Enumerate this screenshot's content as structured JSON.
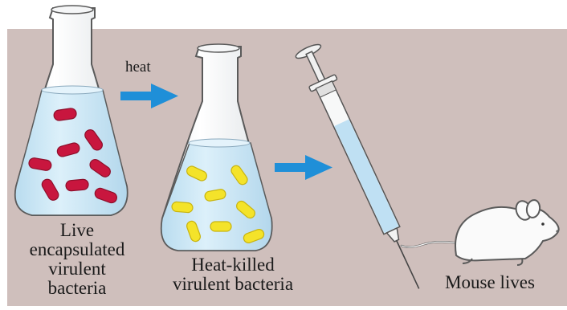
{
  "labels": {
    "heat": "heat",
    "live_bacteria": [
      "Live",
      "encapsulated",
      "virulent",
      "bacteria"
    ],
    "heat_killed": [
      "Heat-killed",
      "virulent bacteria"
    ],
    "outcome": "Mouse lives"
  },
  "icons": [
    "flask-icon",
    "flask-icon",
    "arrow-right-icon",
    "arrow-right-icon",
    "syringe-icon",
    "mouse-icon"
  ],
  "colors": {
    "background_panel": "#cfbfbc",
    "flask_glass": "#f7f8f8",
    "liquid": "#c9e6f4",
    "live_bacteria": "#c8163e",
    "dead_bacteria": "#f4e32a",
    "arrow": "#1f8fd8",
    "outline": "#5a5a5a"
  }
}
